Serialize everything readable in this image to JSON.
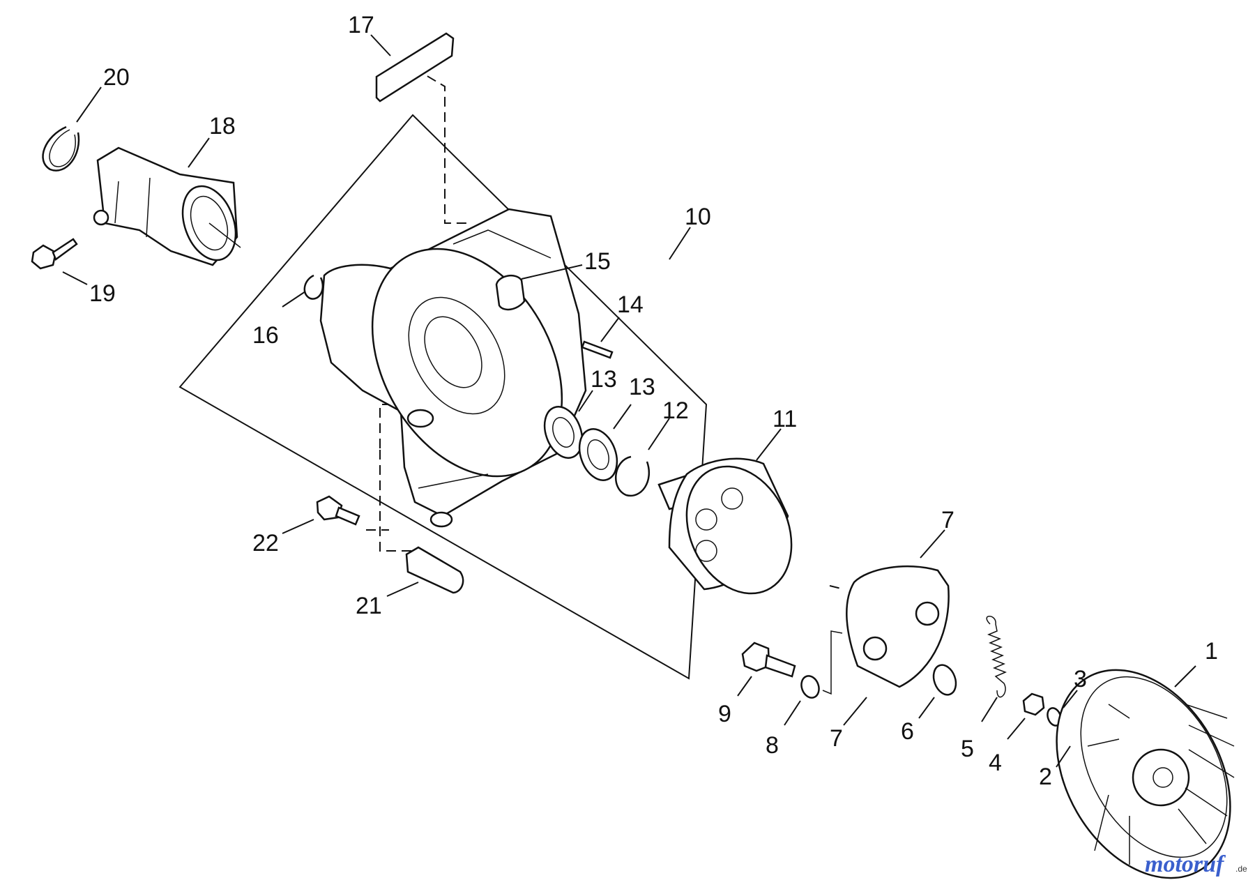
{
  "parts": [
    {
      "id": "p1",
      "label": "1"
    },
    {
      "id": "p2",
      "label": "2"
    },
    {
      "id": "p3",
      "label": "3"
    },
    {
      "id": "p4",
      "label": "4"
    },
    {
      "id": "p5",
      "label": "5"
    },
    {
      "id": "p6",
      "label": "6"
    },
    {
      "id": "p7a",
      "label": "7"
    },
    {
      "id": "p7b",
      "label": "7"
    },
    {
      "id": "p8",
      "label": "8"
    },
    {
      "id": "p9",
      "label": "9"
    },
    {
      "id": "p10",
      "label": "10"
    },
    {
      "id": "p11",
      "label": "11"
    },
    {
      "id": "p12",
      "label": "12"
    },
    {
      "id": "p13a",
      "label": "13"
    },
    {
      "id": "p13b",
      "label": "13"
    },
    {
      "id": "p14",
      "label": "14"
    },
    {
      "id": "p15",
      "label": "15"
    },
    {
      "id": "p16",
      "label": "16"
    },
    {
      "id": "p17",
      "label": "17"
    },
    {
      "id": "p18",
      "label": "18"
    },
    {
      "id": "p19",
      "label": "19"
    },
    {
      "id": "p20",
      "label": "20"
    },
    {
      "id": "p21",
      "label": "21"
    },
    {
      "id": "p22",
      "label": "22"
    }
  ],
  "watermark": {
    "brand": "motoruf",
    "suffix": ".de",
    "colors": {
      "primary": "#3a5fcd",
      "accent": "#e8b400"
    }
  }
}
